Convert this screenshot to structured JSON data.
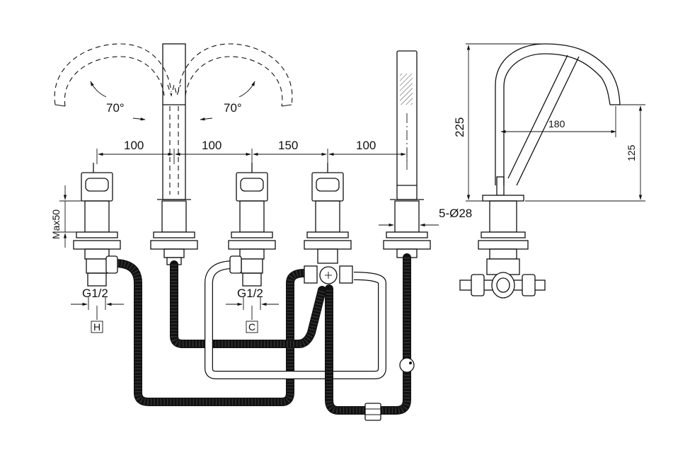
{
  "dimensions": {
    "spacing_1": "100",
    "spacing_2": "100",
    "spacing_3": "150",
    "spacing_4": "100",
    "angle_left": "70°",
    "angle_right": "70°",
    "deck_thickness": "Max50",
    "connection_hot": "G1/2",
    "connection_cold": "G1/2",
    "hole_spec": "5-Ø28",
    "height_total": "225",
    "spout_reach": "180",
    "spout_height": "125"
  },
  "labels": {
    "hot": "H",
    "cold": "C"
  }
}
